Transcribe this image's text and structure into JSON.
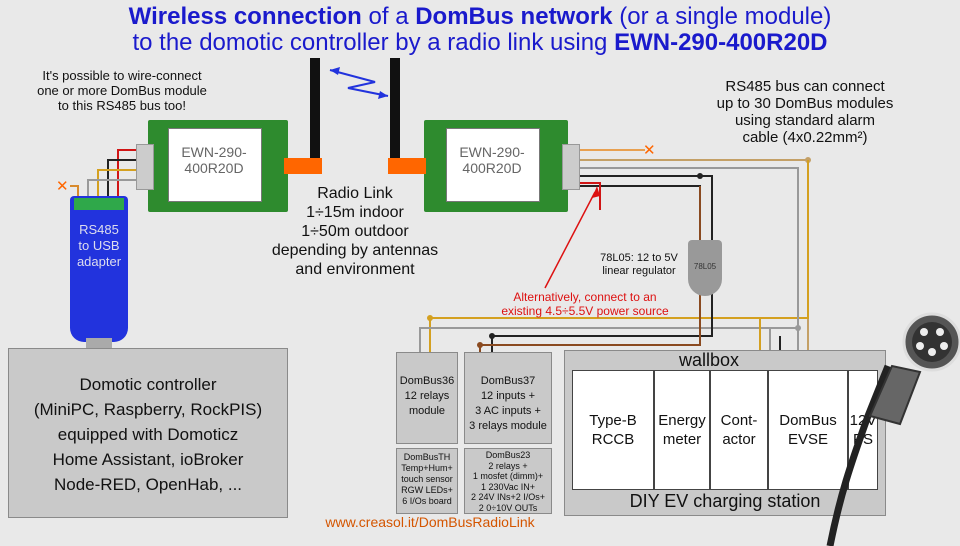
{
  "title": {
    "line1_part1": "Wireless connection",
    "line1_part2": " of a ",
    "line1_part3": "DomBus network",
    "line1_part4": " (or a single module)",
    "line2_part1": "to the domotic controller by a radio link using ",
    "line2_part2": "EWN-290-400R20D"
  },
  "notes": {
    "wire_connect": [
      "It's possible to wire-connect",
      "one or more DomBus module",
      "to this RS485 bus too!"
    ],
    "rs485_bus": [
      "RS485 bus can connect",
      "up to 30 DomBus modules",
      "using standard alarm",
      "cable (4x0.22mm²)"
    ],
    "radio_link": [
      "Radio Link",
      "1÷15m indoor",
      "1÷50m outdoor",
      "depending by antennas",
      "and environment"
    ],
    "regulator": [
      "78L05: 12 to 5V",
      "linear regulator"
    ],
    "regulator_mark": "78L05",
    "alternative_power": [
      "Alternatively, connect to an",
      "existing 4.5÷5.5V power source"
    ],
    "url": "www.creasol.it/DomBusRadioLink"
  },
  "modules": {
    "left_label": [
      "EWN-290-",
      "400R20D"
    ],
    "right_label": [
      "EWN-290-",
      "400R20D"
    ]
  },
  "usb_adapter": [
    "RS485",
    "to USB",
    "adapter"
  ],
  "controller": [
    "Domotic controller",
    "(MiniPC, Raspberry, RockPIS)",
    "equipped with Domoticz",
    "Home Assistant, ioBroker",
    "Node-RED, OpenHab, ..."
  ],
  "dombus_boxes": {
    "dombus36": [
      "DomBus36",
      "12 relays",
      "module"
    ],
    "dombus37": [
      "DomBus37",
      "12 inputs +",
      "3 AC inputs +",
      "3 relays module"
    ],
    "dombusth": [
      "DomBusTH",
      "Temp+Hum+",
      "touch sensor",
      "RGW LEDs+",
      "6 I/Os board"
    ],
    "dombus23": [
      "DomBus23",
      "2 relays +",
      "1 mosfet (dimm)+",
      "1 230Vac IN+",
      "2 24V INs+2 I/Os+",
      "2 0÷10V OUTs"
    ]
  },
  "wallbox": {
    "title": "wallbox",
    "footer": "DIY EV charging station",
    "cells": [
      "Type-B\nRCCB",
      "Energy\nmeter",
      "Cont-\nactor",
      "DomBus\nEVSE",
      "12V\nPS"
    ]
  },
  "colors": {
    "title_blue": "#1a1acc",
    "pcb_green": "#2e8b2e",
    "antenna_orange": "#ff6600",
    "usb_blue": "#2233dd",
    "note_red": "#dd1111",
    "url_orange": "#d45500"
  }
}
